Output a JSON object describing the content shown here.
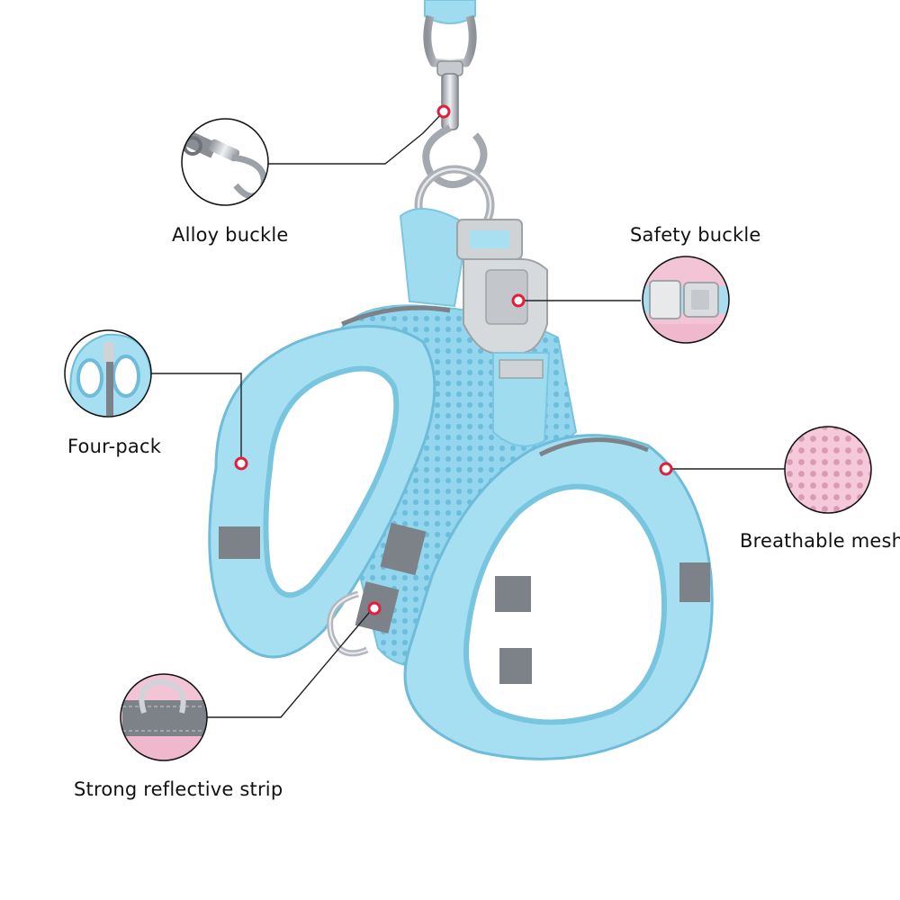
{
  "labels": {
    "alloy_buckle": "Alloy buckle",
    "safety_buckle": "Safety buckle",
    "four_pack": "Four-pack",
    "breathable_mesh": "Breathable mesh",
    "reflective_strip": "Strong reflective strip"
  },
  "colors": {
    "harness_blue": "#9fdcf0",
    "harness_light": "#c4ecf8",
    "mesh_blue": "#8fd3ec",
    "reflective_gray": "#7c8288",
    "buckle_gray": "#cfd3d6",
    "metal": "#b8bcc2",
    "pink_detail": "#f2c2d4",
    "marker_red": "#e0203a",
    "leader_line": "#222222"
  },
  "icons": [
    "snap-hook-icon",
    "buckle-detail-icon",
    "harness-detail-icon",
    "mesh-detail-icon",
    "d-ring-detail-icon"
  ]
}
